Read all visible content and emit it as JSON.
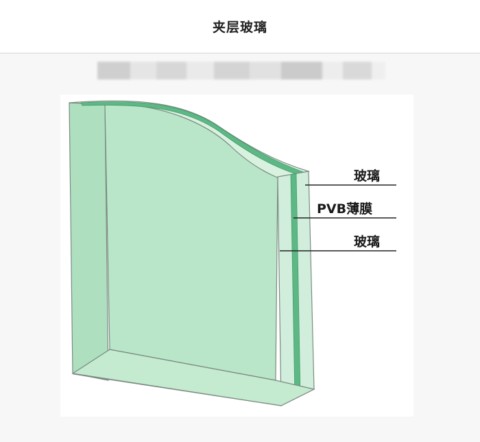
{
  "header": {
    "title": "夹层玻璃"
  },
  "diagram": {
    "labels": {
      "top_glass": "玻璃",
      "pvb_film": "PVB薄膜",
      "bottom_glass": "玻璃"
    },
    "colors": {
      "glass_face": "#b9e6c9",
      "glass_dark": "#9fd8b3",
      "glass_edge": "#d9f2e0",
      "film": "#5cb884",
      "outline": "#7a8a80"
    }
  }
}
